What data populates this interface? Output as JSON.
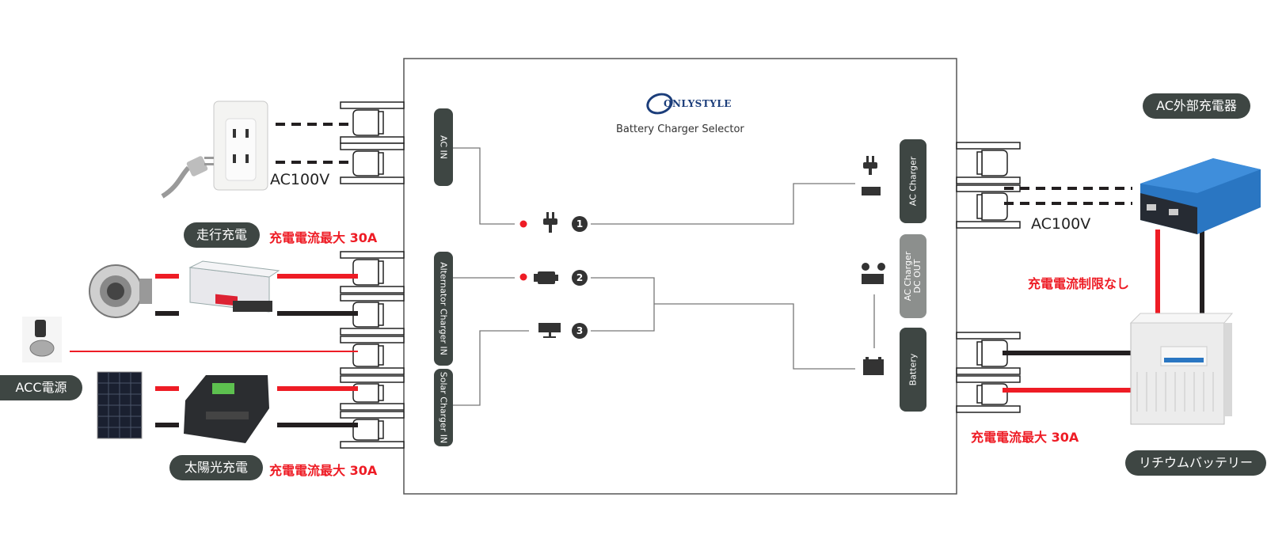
{
  "brand": {
    "logo_text": "ONLYSTYLE",
    "subtitle": "Battery Charger Selector"
  },
  "tabs": {
    "ac_in": "AC IN",
    "alternator": "Alternator Charger IN",
    "solar": "Solar Charger IN",
    "ac_charger": "AC Charger",
    "ac_charger_dc_out": "AC Charger DC OUT",
    "battery": "Battery"
  },
  "numbers": [
    "1",
    "2",
    "3"
  ],
  "labels": {
    "ac100v_left": "AC100V",
    "ac100v_right": "AC100V",
    "drive_charge": "走行充電",
    "acc_power": "ACC電源",
    "solar_charge": "太陽光充電",
    "ac_external_charger": "AC外部充電器",
    "lithium_battery": "リチウムバッテリー"
  },
  "red_labels": {
    "drive_current": "充電電流最大 30A",
    "solar_current": "充電電流最大 30A",
    "battery_current": "充電電流最大 30A",
    "no_limit": "充電電流制限なし"
  },
  "colors": {
    "red": "#ee1c25",
    "dark": "#3e4643",
    "black": "#231f20"
  }
}
